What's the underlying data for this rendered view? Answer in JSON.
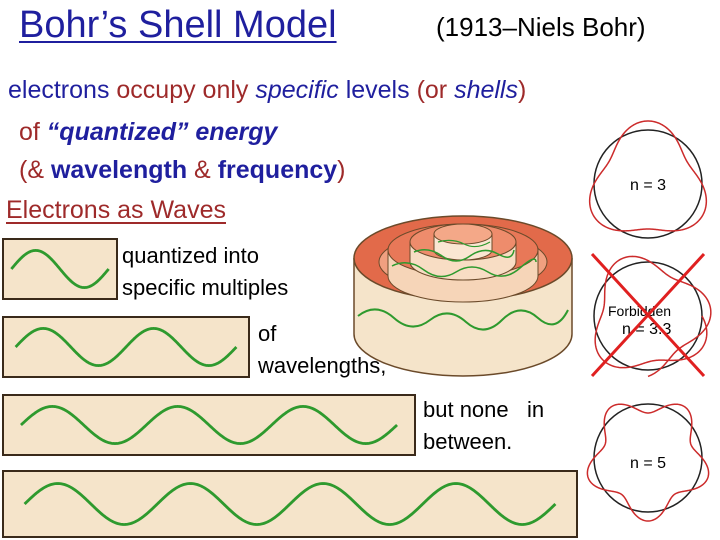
{
  "header": {
    "title": "Bohr’s Shell Model",
    "subtitle": "(1913–Niels Bohr)"
  },
  "body_text": {
    "line1": {
      "a": "electrons",
      "b": " occupy only ",
      "c": "specific",
      "d": " levels ",
      "e": "(or ",
      "f": "shells",
      "g": ")"
    },
    "line2": {
      "a": "of ",
      "b": "“quantized” energy"
    },
    "line3": {
      "a": "(& ",
      "b": "wavelength",
      "c": " & ",
      "d": "frequency",
      "e": ")"
    },
    "line4": "Electrons as Waves"
  },
  "notes": {
    "n1_line1": "quantized into",
    "n1_line2": "specific multiples",
    "n2_line1": "of",
    "n2_line2": "wavelengths,",
    "n3_line1": "but none   in",
    "n3_line2": "between."
  },
  "orbits": [
    {
      "label": "n = 3",
      "n": 3,
      "forbidden": false
    },
    {
      "label_top": "Forbidden",
      "label": "n = 3.3",
      "n": 3.3,
      "forbidden": true
    },
    {
      "label": "n = 5",
      "n": 5,
      "forbidden": false
    }
  ],
  "waves": [
    {
      "cycles": 1
    },
    {
      "cycles": 2
    },
    {
      "cycles": 3
    },
    {
      "cycles": 4
    }
  ],
  "colors": {
    "title": "#1f1f9e",
    "accent_red": "#9e2a2a",
    "wave": "#2e9a2e",
    "box_fill": "#f5e4ca",
    "orbit_red": "#cc2b2b",
    "ring_orange": "#e26a4a"
  }
}
